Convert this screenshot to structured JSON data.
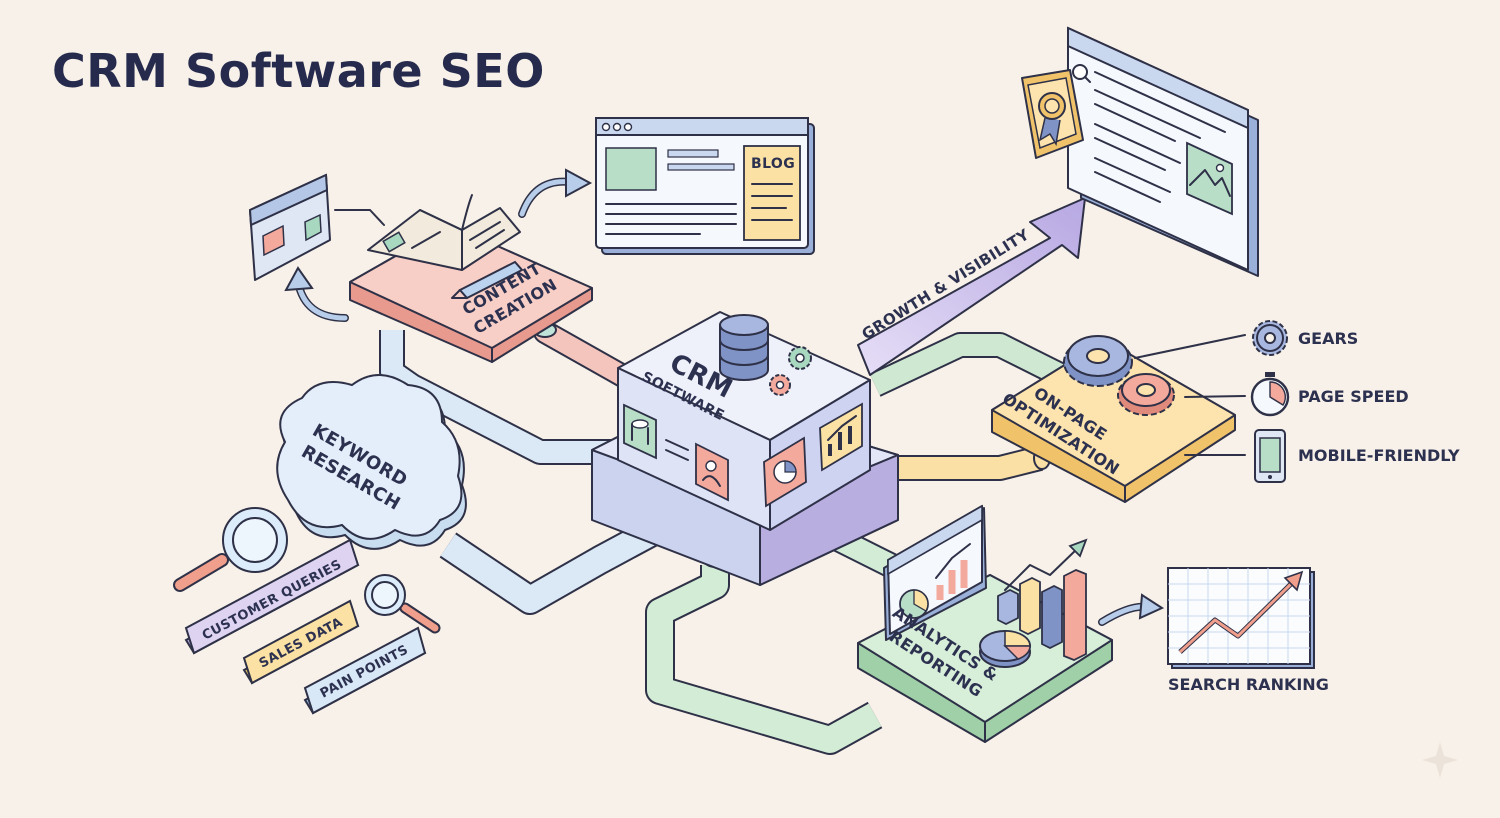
{
  "title": "CRM Software SEO",
  "nodes": {
    "crm": {
      "line1": "CRM",
      "line2": "SOFTWARE"
    },
    "content": {
      "line1": "CONTENT",
      "line2": "CREATION"
    },
    "keyword": {
      "line1": "KEYWORD",
      "line2": "RESEARCH"
    },
    "onpage": {
      "line1": "ON-PAGE",
      "line2": "OPTIMIZATION"
    },
    "analytics": {
      "line1": "ANALYTICS &",
      "line2": "REPORTING"
    },
    "growth": "GROWTH & VISIBILITY",
    "blog": "BLOG"
  },
  "data_sources": [
    "CUSTOMER QUERIES",
    "SALES DATA",
    "PAIN POINTS"
  ],
  "onpage_features": [
    "GEARS",
    "PAGE SPEED",
    "MOBILE-FRIENDLY"
  ],
  "search_ranking": "SEARCH RANKING",
  "colors": {
    "background": "#f8f1e9",
    "title": "#262b4d",
    "crm": "#dfe3f6",
    "content": "#f6c9c0",
    "keyword": "#dbe9f6",
    "onpage": "#fbe0a6",
    "analytics": "#d3ecd6",
    "growth": "#cfc6ec"
  }
}
